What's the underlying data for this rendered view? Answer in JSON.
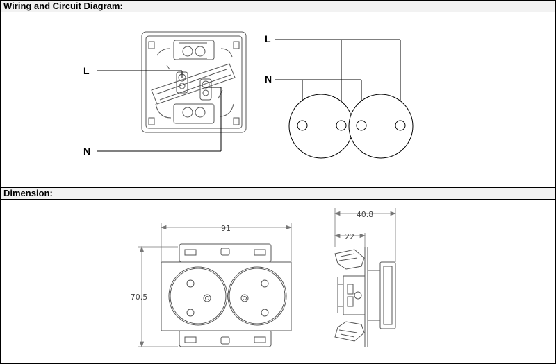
{
  "sections": {
    "wiring": {
      "title": "Wiring and Circuit Diagram:"
    },
    "dimension": {
      "title": "Dimension:"
    }
  },
  "wiring_labels": {
    "photo_L": "L",
    "photo_N": "N",
    "schematic_L": "L",
    "schematic_N": "N"
  },
  "dimensions": {
    "front_width": "91",
    "front_height": "70.5",
    "side_depth_total": "40.8",
    "side_depth_partial": "22"
  },
  "colors": {
    "line": "#000000",
    "drawing": "#555555",
    "header_bg": "#f2f2f2"
  }
}
